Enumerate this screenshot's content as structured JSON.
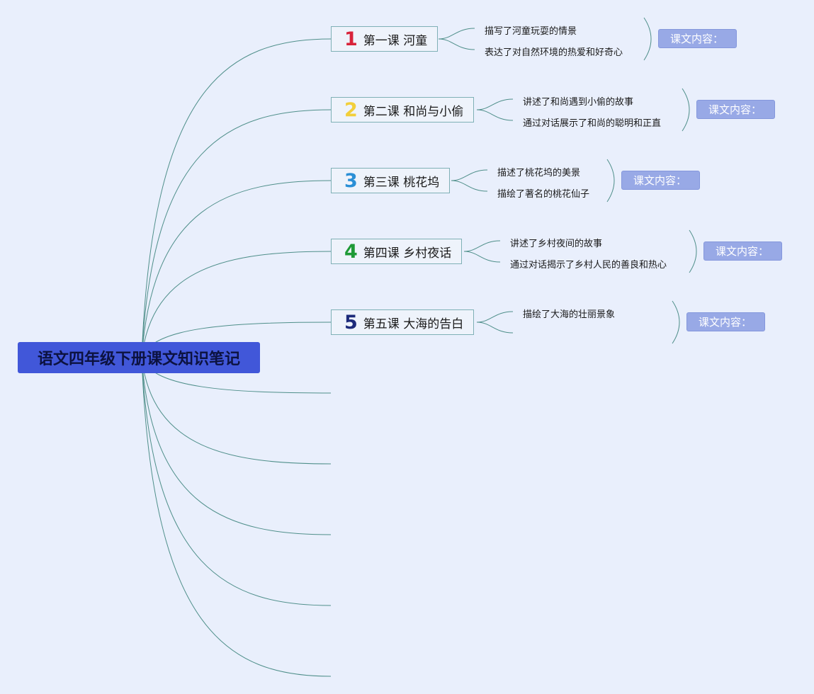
{
  "root": {
    "title": "语文四年级下册课文知识笔记"
  },
  "lessons": [
    {
      "num": "1",
      "num_color": "#d8233a",
      "title": "第一课 河童",
      "points": [
        "描写了河童玩耍的情景",
        "表达了对自然环境的热爱和好奇心"
      ],
      "tag": "课文内容："
    },
    {
      "num": "2",
      "num_color": "#f2cf3a",
      "title": "第二课 和尚与小偷",
      "points": [
        "讲述了和尚遇到小偷的故事",
        "通过对话展示了和尚的聪明和正直"
      ],
      "tag": "课文内容："
    },
    {
      "num": "3",
      "num_color": "#2a8fd6",
      "title": "第三课 桃花坞",
      "points": [
        "描述了桃花坞的美景",
        "描绘了著名的桃花仙子"
      ],
      "tag": "课文内容："
    },
    {
      "num": "4",
      "num_color": "#1e9a36",
      "title": "第四课 乡村夜话",
      "points": [
        "讲述了乡村夜间的故事",
        "通过对话揭示了乡村人民的善良和热心"
      ],
      "tag": "课文内容："
    },
    {
      "num": "5",
      "num_color": "#1c2a7a",
      "title": "第五课 大海的告白",
      "points": [
        "描绘了大海的壮丽景象",
        ""
      ],
      "tag": "课文内容："
    }
  ],
  "colors": {
    "link": "#4f8f8a",
    "background": "#e9effc",
    "root_fill": "#4157d9",
    "tag_fill": "#98a9e6"
  }
}
